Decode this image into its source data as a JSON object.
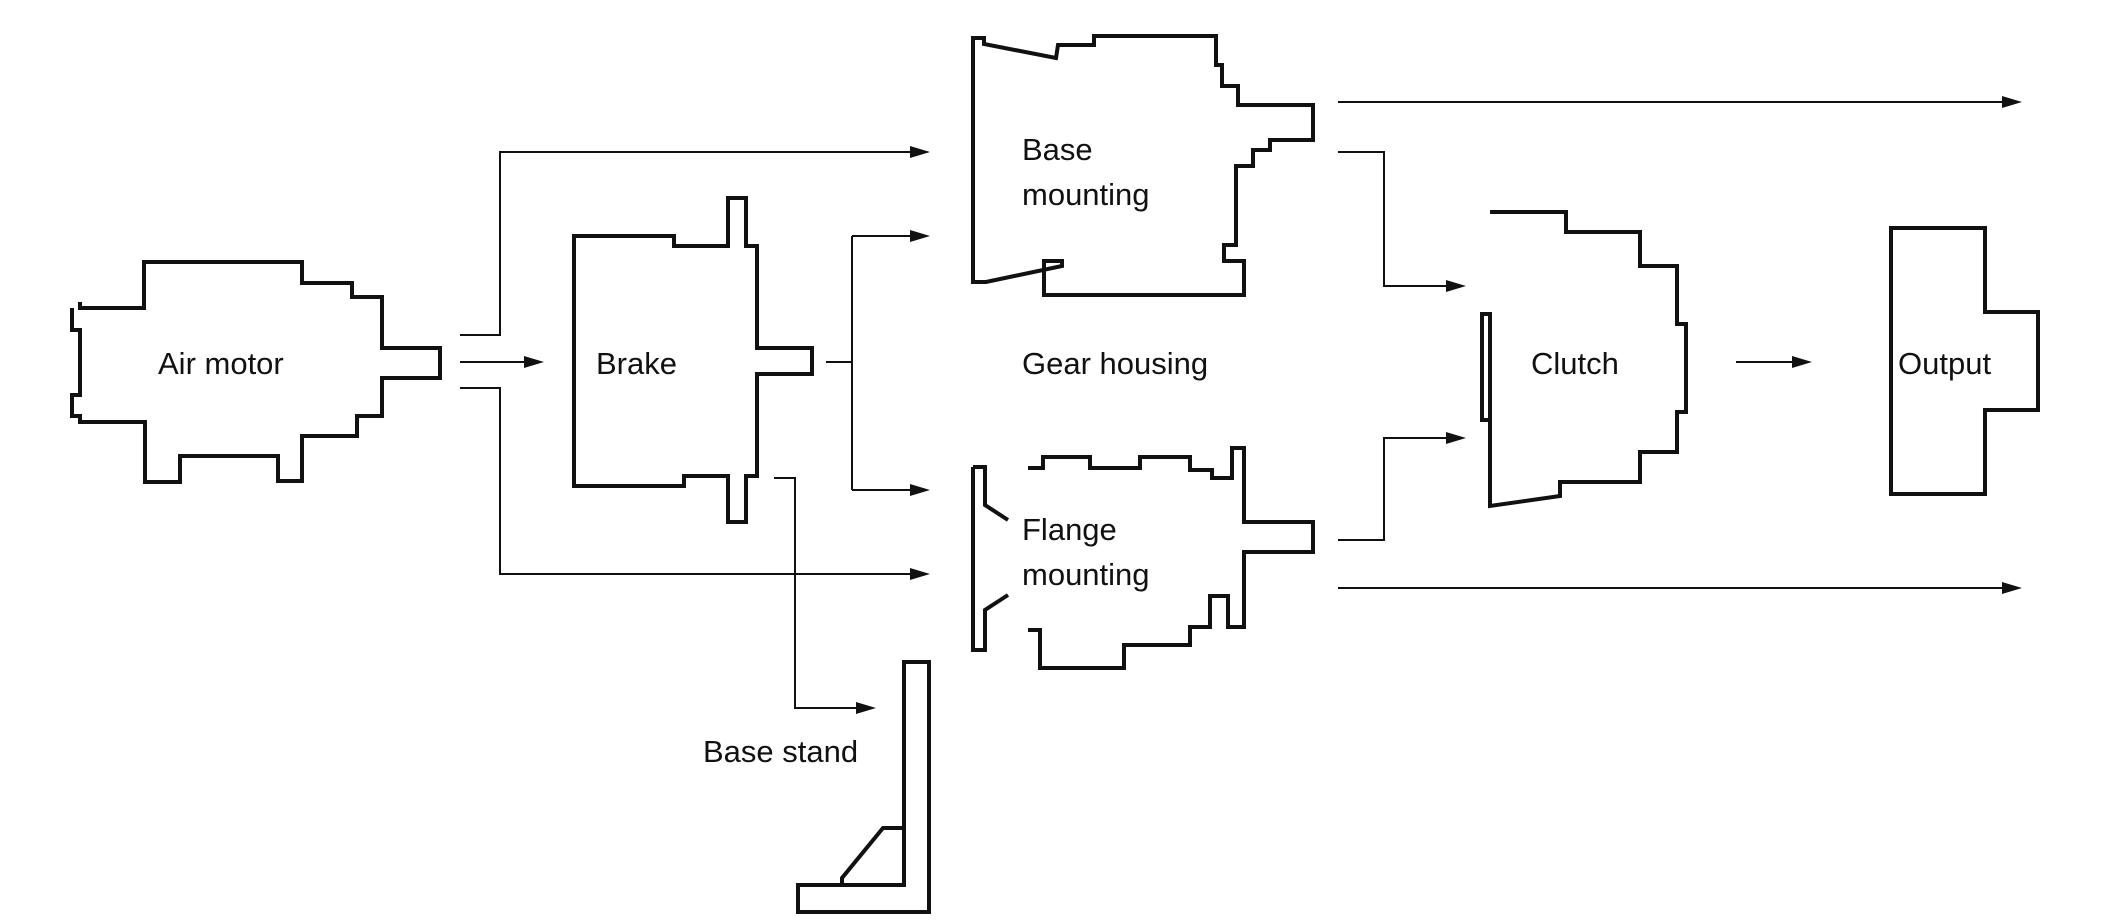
{
  "labels": {
    "air_motor": "Air motor",
    "brake": "Brake",
    "base_mounting": "Base\nmounting",
    "gear_housing": "Gear housing",
    "flange_mounting": "Flange\nmounting",
    "clutch": "Clutch",
    "output": "Output",
    "base_stand": "Base stand"
  },
  "colors": {
    "line": "#111111",
    "background": "#ffffff"
  }
}
